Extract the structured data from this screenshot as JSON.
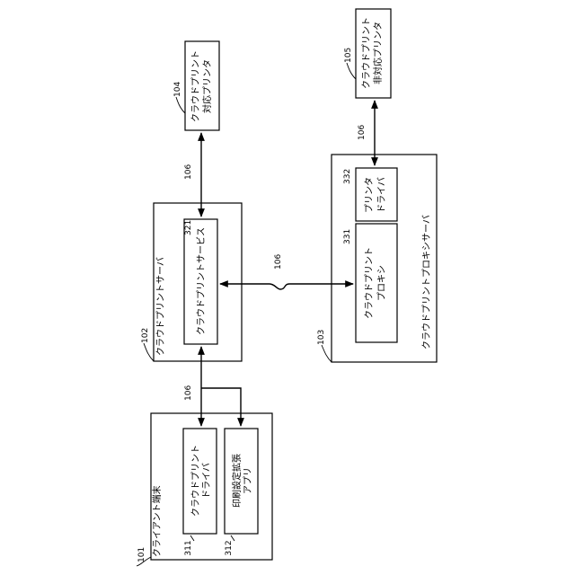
{
  "nodes": {
    "client": {
      "label": "クライアント端末",
      "ref": "101"
    },
    "server": {
      "label": "クラウドプリントサーバ",
      "ref": "102"
    },
    "proxy_server": {
      "label": "クラウドプリントプロキシサーバ",
      "ref": "103"
    },
    "printer_supported": {
      "line1": "クラウドプリント",
      "line2": "対応プリンタ",
      "ref": "104"
    },
    "printer_unsupported": {
      "line1": "クラウドプリント",
      "line2": "非対応プリンタ",
      "ref": "105"
    },
    "client_driver": {
      "line1": "クラウドプリント",
      "line2": "ドライバ",
      "ref": "311"
    },
    "print_app": {
      "line1": "印刷設定拡張",
      "line2": "アプリ",
      "ref": "312"
    },
    "print_service": {
      "label": "クラウドプリントサービス",
      "ref": "321"
    },
    "proxy": {
      "line1": "クラウドプリント",
      "line2": "プロキシ",
      "ref": "331"
    },
    "printer_driver": {
      "line1": "プリンタ",
      "line2": "ドライバ",
      "ref": "332"
    }
  },
  "connections": {
    "c_client": "106",
    "c_server_printer": "106",
    "c_server_proxy": "106",
    "c_proxy_printer": "106"
  }
}
